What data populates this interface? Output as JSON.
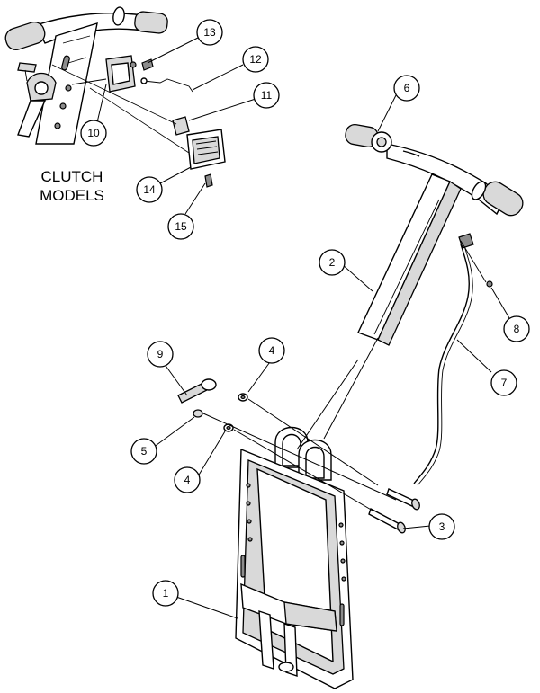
{
  "heading": {
    "line1": "CLUTCH",
    "line2": "MODELS"
  },
  "callouts": [
    {
      "label": "1"
    },
    {
      "label": "2"
    },
    {
      "label": "3"
    },
    {
      "label": "4"
    },
    {
      "label": "4"
    },
    {
      "label": "5"
    },
    {
      "label": "6"
    },
    {
      "label": "7"
    },
    {
      "label": "8"
    },
    {
      "label": "9"
    },
    {
      "label": "10"
    },
    {
      "label": "11"
    },
    {
      "label": "12"
    },
    {
      "label": "13"
    },
    {
      "label": "14"
    },
    {
      "label": "15"
    }
  ]
}
